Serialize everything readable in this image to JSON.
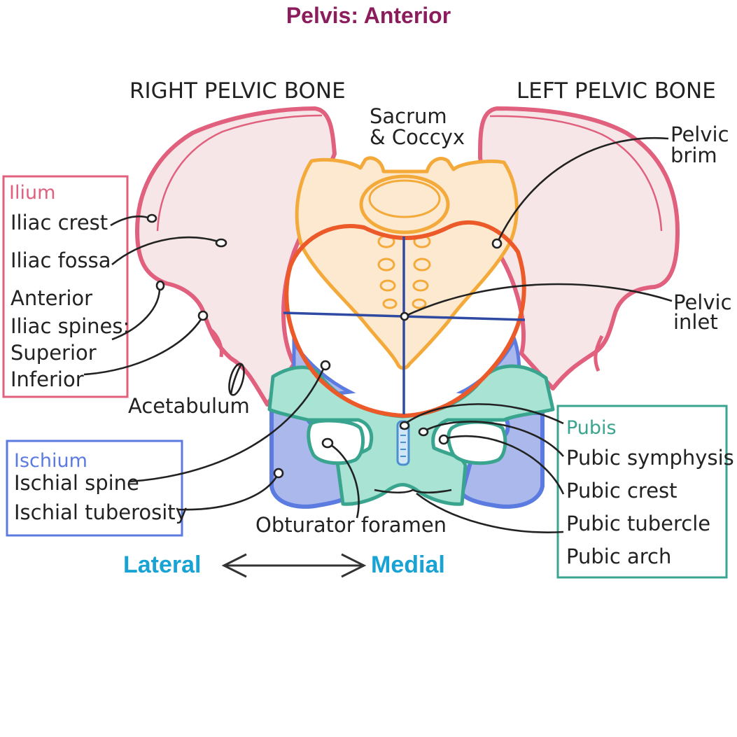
{
  "title": "Pelvis: Anterior",
  "headers": {
    "right_bone": "RIGHT PELVIC BONE",
    "left_bone": "LEFT PELVIC BONE",
    "sacrum_line1": "Sacrum",
    "sacrum_line2": "& Coccyx"
  },
  "ilium_box": {
    "heading": "Ilium",
    "items": [
      "Iliac crest",
      "Iliac fossa",
      "Anterior",
      "Iliac spines:",
      "Superior",
      "Inferior"
    ]
  },
  "acetabulum": "Acetabulum",
  "ischium_box": {
    "heading": "Ischium",
    "items": [
      "Ischial spine",
      "Ischial tuberosity"
    ]
  },
  "obturator": "Obturator foramen",
  "right_labels": {
    "pelvic_brim_1": "Pelvic",
    "pelvic_brim_2": "brim",
    "pelvic_inlet_1": "Pelvic",
    "pelvic_inlet_2": "inlet"
  },
  "pubis_box": {
    "heading": "Pubis",
    "items": [
      "Pubic symphysis",
      "Pubic crest",
      "Pubic tubercle",
      "Pubic arch"
    ]
  },
  "direction": {
    "lateral": "Lateral",
    "medial": "Medial"
  },
  "colors": {
    "title": "#8b1d5c",
    "ilium": "#e0607e",
    "ilium_fill": "#f6e6e8",
    "ischium": "#5b7be0",
    "ischium_fill": "#aab8ec",
    "pubis": "#3aa58f",
    "pubis_fill": "#a8e3d3",
    "sacrum": "#f4aa3a",
    "sacrum_fill": "#fde9cf",
    "brim": "#ec5a2a",
    "inlet_axes": "#2f4aa3",
    "direction": "#19a3d4"
  }
}
